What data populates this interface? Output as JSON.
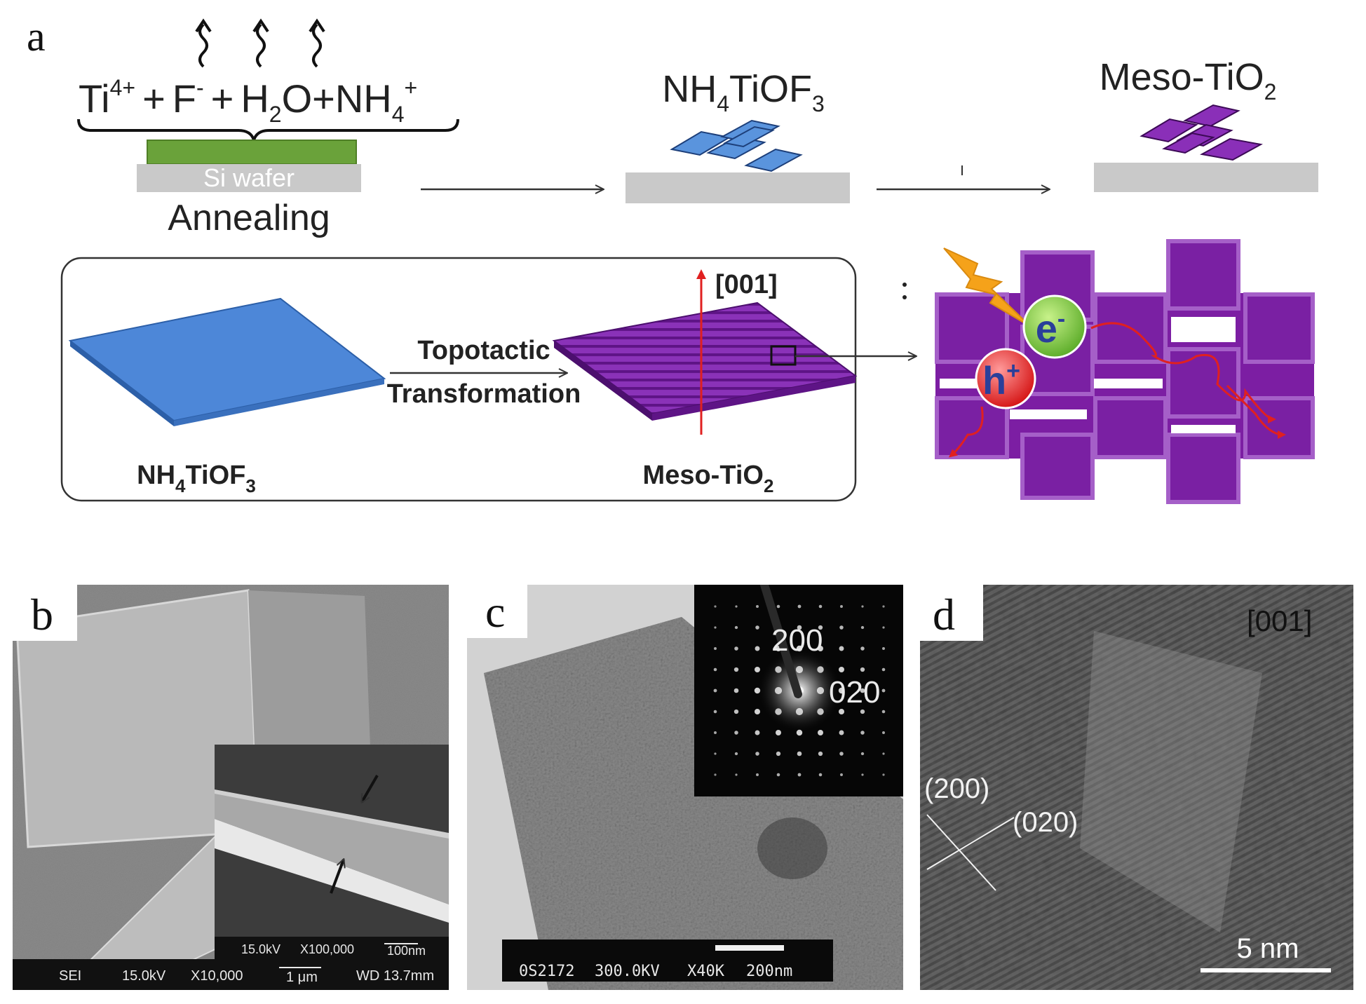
{
  "panels": {
    "a": {
      "label": "a",
      "reaction": {
        "ti": "Ti",
        "ti_sup": "4+",
        "plus1": "+",
        "f": "F",
        "f_sup": "-",
        "plus2": "+",
        "h": "H",
        "h_sub": "2",
        "o": "O",
        "plus3": "+",
        "nh": "NH",
        "nh_sub": "4",
        "nh_sup": "+"
      },
      "substrate_label": "Si wafer",
      "annealing_label": "Annealing",
      "intermediate": {
        "main": "NH",
        "sub1": "4",
        "mid": "TiOF",
        "sub2": "3"
      },
      "product": {
        "main": "Meso-TiO",
        "sub": "2"
      },
      "inset": {
        "left": {
          "main": "NH",
          "sub1": "4",
          "mid": "TiOF",
          "sub2": "3"
        },
        "arrow_line1": "Topotactic",
        "arrow_line2": "Transformation",
        "right": {
          "main": "Meso-TiO",
          "sub": "2"
        },
        "axis_label": "[001]"
      },
      "carriers": {
        "electron": "e",
        "electron_sup": "-",
        "hole": "h",
        "hole_sup": "+"
      },
      "colors": {
        "blue": "#4a86d6",
        "purple": "#7a1fa0",
        "purple_light": "#9a45c2",
        "green": "#6aa23a",
        "red": "#e02020"
      }
    },
    "b": {
      "label": "b",
      "inset_bar": {
        "kv": "15.0kV",
        "mag": "X100,000",
        "scale": "100nm"
      },
      "main_bar": {
        "mode": "SEI",
        "kv": "15.0kV",
        "mag": "X10,000",
        "scale": "1 μm",
        "wd": "WD 13.7mm"
      }
    },
    "c": {
      "label": "c",
      "saed": {
        "spot1": "200",
        "spot2": "020"
      },
      "bar": {
        "id": "0S2172",
        "kv": "300.0KV",
        "mag": "X40K",
        "scale": "200nm"
      }
    },
    "d": {
      "label": "d",
      "zone_axis": "[001]",
      "plane1": "(200)",
      "plane2": "(020)",
      "scale": "5 nm"
    }
  }
}
